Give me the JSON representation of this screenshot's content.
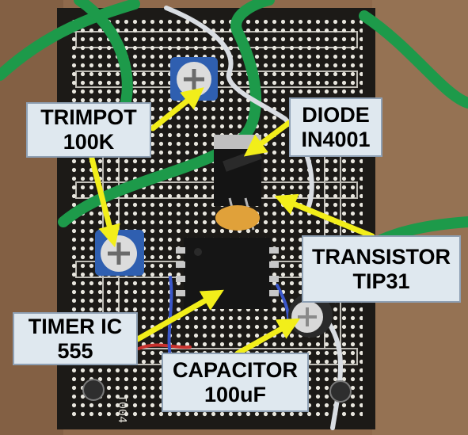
{
  "labels": {
    "trimpot": {
      "line1": "TRIMPOT",
      "line2": "100K"
    },
    "diode": {
      "line1": "DIODE",
      "line2": "IN4001"
    },
    "transistor": {
      "line1": "TRANSISTOR",
      "line2": "TIP31"
    },
    "timer": {
      "line1": "TIMER IC",
      "line2": "555"
    },
    "capacitor": {
      "line1": "CAPACITOR",
      "line2": "100uF"
    }
  },
  "board_marking": "T004",
  "colors": {
    "arrow": "#f2ee1a",
    "callout_bg": "#dfe8ef",
    "callout_border": "#8ea0b4",
    "board": "#1c1a17",
    "wire_green": "#1d9a4a",
    "background": "#8f6a4c"
  }
}
